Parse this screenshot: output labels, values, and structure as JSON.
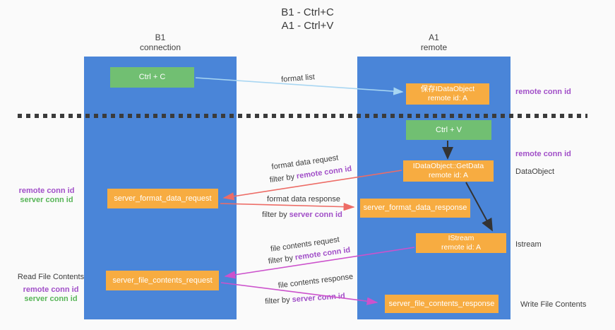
{
  "title": {
    "line1": "B1 - Ctrl+C",
    "line2": "A1 - Ctrl+V"
  },
  "columns": {
    "left": {
      "name": "B1",
      "role": "connection"
    },
    "right": {
      "name": "A1",
      "role": "remote"
    }
  },
  "nodes": {
    "ctrl_c": "Ctrl + C",
    "ctrl_v": "Ctrl + V",
    "save_idataobject": {
      "line1": "保存IDataObject",
      "line2": "remote id: A"
    },
    "getdata": {
      "line1": "IDataObject::GetData",
      "line2": "remote id: A"
    },
    "istream": {
      "line1": "IStream",
      "line2": "remote id: A"
    },
    "server_format_data_request": "server_format_data_request",
    "server_format_data_response": "server_format_data_response",
    "server_file_contents_request": "server_file_contents_request",
    "server_file_contents_response": "server_file_contents_response"
  },
  "edge_labels": {
    "format_list": "format list",
    "format_data_request": "format data request",
    "format_data_response": "format data response",
    "file_contents_request": "file contents request",
    "file_contents_response": "file contents response",
    "filter_by": "filter by",
    "remote_conn_id": "remote conn id",
    "server_conn_id": "server conn id"
  },
  "side_labels": {
    "remote_conn_id": "remote conn id",
    "server_conn_id": "server conn id",
    "dataobject": "DataObject",
    "istream": "Istream",
    "read_file_contents": "Read File Contents",
    "write_file_contents": "Write File Contents"
  },
  "colors": {
    "lane_blue": "#4a85d8",
    "box_green": "#71bf72",
    "box_orange": "#f7ac41",
    "arrow_light_blue": "#a8d6f2",
    "arrow_red": "#ed6c66",
    "arrow_magenta": "#cc52cc",
    "arrow_black": "#333333",
    "text_purple": "#a14fc8",
    "text_green": "#58b558",
    "divider_dark": "#3b3b3b"
  }
}
